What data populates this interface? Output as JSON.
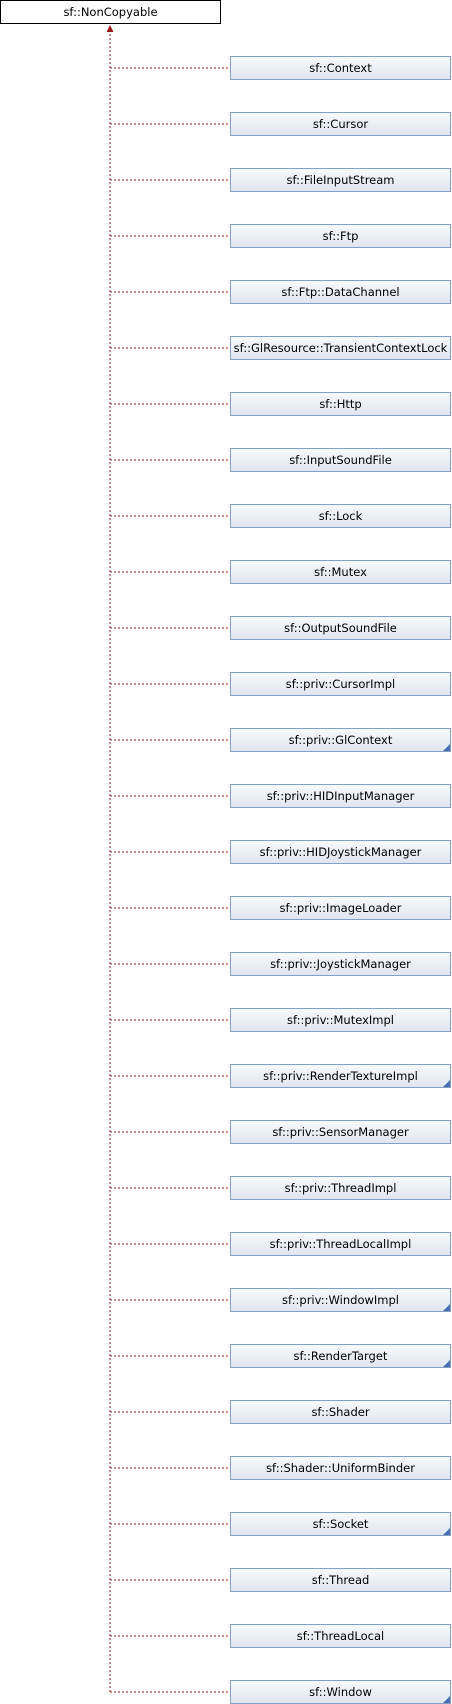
{
  "root": {
    "label": "sf::NonCopyable"
  },
  "children": [
    {
      "label": "sf::Context",
      "has_more": false
    },
    {
      "label": "sf::Cursor",
      "has_more": false
    },
    {
      "label": "sf::FileInputStream",
      "has_more": false
    },
    {
      "label": "sf::Ftp",
      "has_more": false
    },
    {
      "label": "sf::Ftp::DataChannel",
      "has_more": false
    },
    {
      "label": "sf::GlResource::TransientContextLock",
      "has_more": false
    },
    {
      "label": "sf::Http",
      "has_more": false
    },
    {
      "label": "sf::InputSoundFile",
      "has_more": false
    },
    {
      "label": "sf::Lock",
      "has_more": false
    },
    {
      "label": "sf::Mutex",
      "has_more": false
    },
    {
      "label": "sf::OutputSoundFile",
      "has_more": false
    },
    {
      "label": "sf::priv::CursorImpl",
      "has_more": false
    },
    {
      "label": "sf::priv::GlContext",
      "has_more": true
    },
    {
      "label": "sf::priv::HIDInputManager",
      "has_more": false
    },
    {
      "label": "sf::priv::HIDJoystickManager",
      "has_more": false
    },
    {
      "label": "sf::priv::ImageLoader",
      "has_more": false
    },
    {
      "label": "sf::priv::JoystickManager",
      "has_more": false
    },
    {
      "label": "sf::priv::MutexImpl",
      "has_more": false
    },
    {
      "label": "sf::priv::RenderTextureImpl",
      "has_more": true
    },
    {
      "label": "sf::priv::SensorManager",
      "has_more": false
    },
    {
      "label": "sf::priv::ThreadImpl",
      "has_more": false
    },
    {
      "label": "sf::priv::ThreadLocalImpl",
      "has_more": false
    },
    {
      "label": "sf::priv::WindowImpl",
      "has_more": true
    },
    {
      "label": "sf::RenderTarget",
      "has_more": true
    },
    {
      "label": "sf::Shader",
      "has_more": false
    },
    {
      "label": "sf::Shader::UniformBinder",
      "has_more": false
    },
    {
      "label": "sf::Socket",
      "has_more": true
    },
    {
      "label": "sf::Thread",
      "has_more": false
    },
    {
      "label": "sf::ThreadLocal",
      "has_more": false
    },
    {
      "label": "sf::Window",
      "has_more": true
    }
  ],
  "colors": {
    "edge": "#9a1d1d",
    "node_border": "#84a0c8",
    "node_fill_top": "#f7f9fc",
    "node_fill_bottom": "#dfe6f2",
    "corner_marker": "#4a6fb1"
  }
}
